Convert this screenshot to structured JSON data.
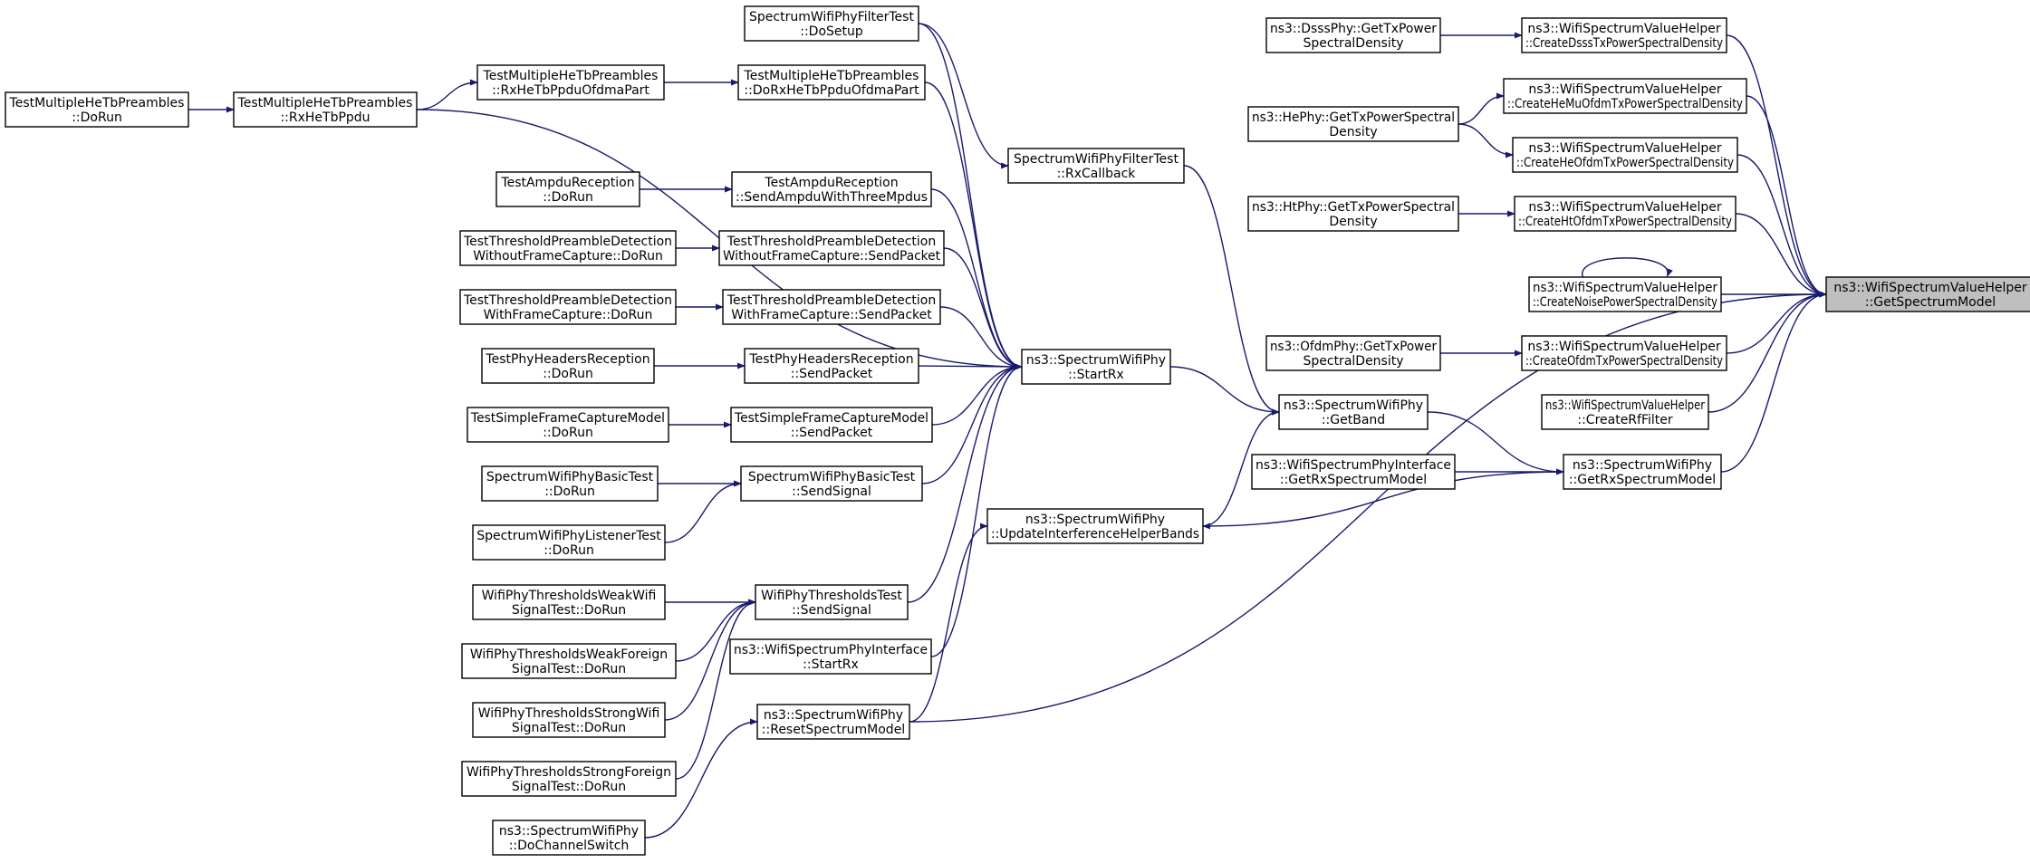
{
  "diagram": {
    "type": "call-graph",
    "colors": {
      "edge": "#191970",
      "node_fill": "#ffffff",
      "node_border": "#000000",
      "focus_fill": "#bfbfbf"
    },
    "nodes": [
      {
        "id": "getspectrummodel",
        "lines": [
          "ns3::WifiSpectrumValueHelper",
          "::GetSpectrumModel"
        ],
        "focus": true
      },
      {
        "id": "createdsss",
        "lines": [
          "ns3::WifiSpectrumValueHelper",
          "::CreateDsssTxPowerSpectralDensity"
        ]
      },
      {
        "id": "createhemu",
        "lines": [
          "ns3::WifiSpectrumValueHelper",
          "::CreateHeMuOfdmTxPowerSpectralDensity"
        ]
      },
      {
        "id": "createheofdm",
        "lines": [
          "ns3::WifiSpectrumValueHelper",
          "::CreateHeOfdmTxPowerSpectralDensity"
        ]
      },
      {
        "id": "createhtofdm",
        "lines": [
          "ns3::WifiSpectrumValueHelper",
          "::CreateHtOfdmTxPowerSpectralDensity"
        ]
      },
      {
        "id": "createnoise",
        "lines": [
          "ns3::WifiSpectrumValueHelper",
          "::CreateNoisePowerSpectralDensity"
        ]
      },
      {
        "id": "createofdm",
        "lines": [
          "ns3::WifiSpectrumValueHelper",
          "::CreateOfdmTxPowerSpectralDensity"
        ]
      },
      {
        "id": "createrf",
        "lines": [
          "ns3::WifiSpectrumValueHelper",
          "::CreateRfFilter"
        ]
      },
      {
        "id": "getrxspectrummodel",
        "lines": [
          "ns3::SpectrumWifiPhy",
          "::GetRxSpectrumModel"
        ]
      },
      {
        "id": "resetspectrummodel",
        "lines": [
          "ns3::SpectrumWifiPhy",
          "::ResetSpectrumModel"
        ]
      },
      {
        "id": "dsssgettx",
        "lines": [
          "ns3::DsssPhy::GetTxPower",
          "SpectralDensity"
        ]
      },
      {
        "id": "hegettx",
        "lines": [
          "ns3::HePhy::GetTxPowerSpectral",
          "Density"
        ]
      },
      {
        "id": "htgettx",
        "lines": [
          "ns3::HtPhy::GetTxPowerSpectral",
          "Density"
        ]
      },
      {
        "id": "ofdmgettx",
        "lines": [
          "ns3::OfdmPhy::GetTxPower",
          "SpectralDensity"
        ]
      },
      {
        "id": "getband",
        "lines": [
          "ns3::SpectrumWifiPhy",
          "::GetBand"
        ]
      },
      {
        "id": "ifacegetrx",
        "lines": [
          "ns3::WifiSpectrumPhyInterface",
          "::GetRxSpectrumModel"
        ]
      },
      {
        "id": "updatebands",
        "lines": [
          "ns3::SpectrumWifiPhy",
          "::UpdateInterferenceHelperBands"
        ]
      },
      {
        "id": "startrx",
        "lines": [
          "ns3::SpectrumWifiPhy",
          "::StartRx"
        ]
      },
      {
        "id": "rxcallback",
        "lines": [
          "SpectrumWifiPhyFilterTest",
          "::RxCallback"
        ]
      },
      {
        "id": "filtersetup",
        "lines": [
          "SpectrumWifiPhyFilterTest",
          "::DoSetup"
        ]
      },
      {
        "id": "dorxhetb",
        "lines": [
          "TestMultipleHeTbPreambles",
          "::DoRxHeTbPpduOfdmaPart"
        ]
      },
      {
        "id": "ampdusend",
        "lines": [
          "TestAmpduReception",
          "::SendAmpduWithThreeMpdus"
        ]
      },
      {
        "id": "tpdwithoutsend",
        "lines": [
          "TestThresholdPreambleDetection",
          "WithoutFrameCapture::SendPacket"
        ]
      },
      {
        "id": "tpdwithsend",
        "lines": [
          "TestThresholdPreambleDetection",
          "WithFrameCapture::SendPacket"
        ]
      },
      {
        "id": "headerssend",
        "lines": [
          "TestPhyHeadersReception",
          "::SendPacket"
        ]
      },
      {
        "id": "simplesend",
        "lines": [
          "TestSimpleFrameCaptureModel",
          "::SendPacket"
        ]
      },
      {
        "id": "basicsendsignal",
        "lines": [
          "SpectrumWifiPhyBasicTest",
          "::SendSignal"
        ]
      },
      {
        "id": "thresholdssendsignal",
        "lines": [
          "WifiPhyThresholdsTest",
          "::SendSignal"
        ]
      },
      {
        "id": "ifacestartrx",
        "lines": [
          "ns3::WifiSpectrumPhyInterface",
          "::StartRx"
        ]
      },
      {
        "id": "rxhetbofdma",
        "lines": [
          "TestMultipleHeTbPreambles",
          "::RxHeTbPpduOfdmaPart"
        ]
      },
      {
        "id": "rxhetbppdu",
        "lines": [
          "TestMultipleHeTbPreambles",
          "::RxHeTbPpdu"
        ]
      },
      {
        "id": "multihedorun",
        "lines": [
          "TestMultipleHeTbPreambles",
          "::DoRun"
        ]
      },
      {
        "id": "ampdudorun",
        "lines": [
          "TestAmpduReception",
          "::DoRun"
        ]
      },
      {
        "id": "tpdwithoutdorun",
        "lines": [
          "TestThresholdPreambleDetection",
          "WithoutFrameCapture::DoRun"
        ]
      },
      {
        "id": "tpdwithdorun",
        "lines": [
          "TestThresholdPreambleDetection",
          "WithFrameCapture::DoRun"
        ]
      },
      {
        "id": "headersdorun",
        "lines": [
          "TestPhyHeadersReception",
          "::DoRun"
        ]
      },
      {
        "id": "simpledorun",
        "lines": [
          "TestSimpleFrameCaptureModel",
          "::DoRun"
        ]
      },
      {
        "id": "basicdorun",
        "lines": [
          "SpectrumWifiPhyBasicTest",
          "::DoRun"
        ]
      },
      {
        "id": "listenerdorun",
        "lines": [
          "SpectrumWifiPhyListenerTest",
          "::DoRun"
        ]
      },
      {
        "id": "weakwifi",
        "lines": [
          "WifiPhyThresholdsWeakWifi",
          "SignalTest::DoRun"
        ]
      },
      {
        "id": "weakforeign",
        "lines": [
          "WifiPhyThresholdsWeakForeign",
          "SignalTest::DoRun"
        ]
      },
      {
        "id": "strongwifi",
        "lines": [
          "WifiPhyThresholdsStrongWifi",
          "SignalTest::DoRun"
        ]
      },
      {
        "id": "strongforeign",
        "lines": [
          "WifiPhyThresholdsStrongForeign",
          "SignalTest::DoRun"
        ]
      },
      {
        "id": "channelswitch",
        "lines": [
          "ns3::SpectrumWifiPhy",
          "::DoChannelSwitch"
        ]
      }
    ],
    "edges": [
      {
        "from": "createdsss",
        "to": "getspectrummodel"
      },
      {
        "from": "createhemu",
        "to": "getspectrummodel"
      },
      {
        "from": "createheofdm",
        "to": "getspectrummodel"
      },
      {
        "from": "createhtofdm",
        "to": "getspectrummodel"
      },
      {
        "from": "createnoise",
        "to": "getspectrummodel"
      },
      {
        "from": "createnoise",
        "to": "createnoise"
      },
      {
        "from": "createofdm",
        "to": "getspectrummodel"
      },
      {
        "from": "createrf",
        "to": "getspectrummodel"
      },
      {
        "from": "getrxspectrummodel",
        "to": "getspectrummodel"
      },
      {
        "from": "resetspectrummodel",
        "to": "getspectrummodel"
      },
      {
        "from": "dsssgettx",
        "to": "createdsss"
      },
      {
        "from": "hegettx",
        "to": "createhemu"
      },
      {
        "from": "hegettx",
        "to": "createheofdm"
      },
      {
        "from": "htgettx",
        "to": "createhtofdm"
      },
      {
        "from": "ofdmgettx",
        "to": "createofdm"
      },
      {
        "from": "getband",
        "to": "getrxspectrummodel"
      },
      {
        "from": "ifacegetrx",
        "to": "getrxspectrummodel"
      },
      {
        "from": "getrxspectrummodel",
        "to": "updatebands"
      },
      {
        "from": "startrx",
        "to": "getband"
      },
      {
        "from": "rxcallback",
        "to": "getband"
      },
      {
        "from": "updatebands",
        "to": "getband"
      },
      {
        "from": "filtersetup",
        "to": "rxcallback"
      },
      {
        "from": "dorxhetb",
        "to": "startrx"
      },
      {
        "from": "rxhetbppdu",
        "to": "startrx"
      },
      {
        "from": "filtersetup",
        "to": "startrx"
      },
      {
        "from": "ampdusend",
        "to": "startrx"
      },
      {
        "from": "tpdwithoutsend",
        "to": "startrx"
      },
      {
        "from": "tpdwithsend",
        "to": "startrx"
      },
      {
        "from": "headerssend",
        "to": "startrx"
      },
      {
        "from": "simplesend",
        "to": "startrx"
      },
      {
        "from": "basicsendsignal",
        "to": "startrx"
      },
      {
        "from": "thresholdssendsignal",
        "to": "startrx"
      },
      {
        "from": "ifacestartrx",
        "to": "startrx"
      },
      {
        "from": "resetspectrummodel",
        "to": "updatebands"
      },
      {
        "from": "rxhetbofdma",
        "to": "dorxhetb"
      },
      {
        "from": "rxhetbppdu",
        "to": "rxhetbofdma"
      },
      {
        "from": "multihedorun",
        "to": "rxhetbppdu"
      },
      {
        "from": "ampdudorun",
        "to": "ampdusend"
      },
      {
        "from": "tpdwithoutdorun",
        "to": "tpdwithoutsend"
      },
      {
        "from": "tpdwithdorun",
        "to": "tpdwithsend"
      },
      {
        "from": "headersdorun",
        "to": "headerssend"
      },
      {
        "from": "simpledorun",
        "to": "simplesend"
      },
      {
        "from": "basicdorun",
        "to": "basicsendsignal"
      },
      {
        "from": "listenerdorun",
        "to": "basicsendsignal"
      },
      {
        "from": "weakwifi",
        "to": "thresholdssendsignal"
      },
      {
        "from": "weakforeign",
        "to": "thresholdssendsignal"
      },
      {
        "from": "strongwifi",
        "to": "thresholdssendsignal"
      },
      {
        "from": "strongforeign",
        "to": "thresholdssendsignal"
      },
      {
        "from": "channelswitch",
        "to": "resetspectrummodel"
      }
    ]
  }
}
